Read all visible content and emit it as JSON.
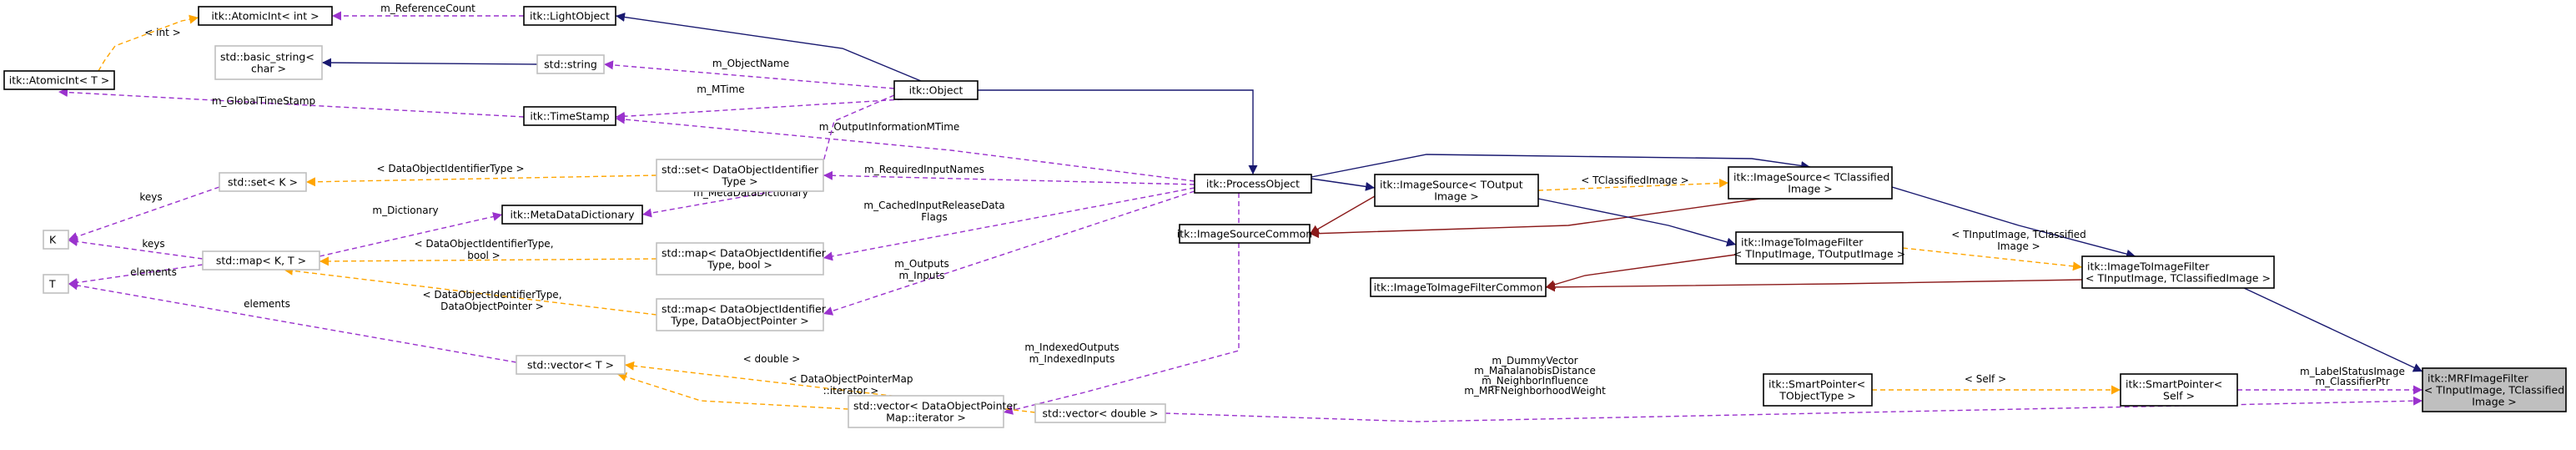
{
  "colors": {
    "inheritance": "#191970",
    "usage": "#9a32cd",
    "template": "#ffa500",
    "protected": "#8b1a1a",
    "node_border_documented": "#000000",
    "node_border_external": "#bfbfbf",
    "highlight_fill": "#bfbfbf"
  },
  "nodes": {
    "atomicint_int": {
      "lines": [
        "itk::AtomicInt< int >"
      ],
      "style": "documented"
    },
    "lightobject": {
      "lines": [
        "itk::LightObject"
      ],
      "style": "documented"
    },
    "basic_string": {
      "lines": [
        "std::basic_string<",
        "char >"
      ],
      "style": "external"
    },
    "std_string": {
      "lines": [
        "std::string"
      ],
      "style": "external"
    },
    "atomicint_t": {
      "lines": [
        "itk::AtomicInt< T >"
      ],
      "style": "documented"
    },
    "timestamp": {
      "lines": [
        "itk::TimeStamp"
      ],
      "style": "documented"
    },
    "object": {
      "lines": [
        "itk::Object"
      ],
      "style": "documented"
    },
    "set_k": {
      "lines": [
        "std::set< K >"
      ],
      "style": "external"
    },
    "set_doi": {
      "lines": [
        "std::set< DataObjectIdentifier",
        "Type >"
      ],
      "style": "external"
    },
    "processobject": {
      "lines": [
        "itk::ProcessObject"
      ],
      "style": "documented"
    },
    "k": {
      "lines": [
        "K"
      ],
      "style": "external"
    },
    "metadatadictionary": {
      "lines": [
        "itk::MetaDataDictionary"
      ],
      "style": "documented"
    },
    "map_kt": {
      "lines": [
        "std::map< K, T >"
      ],
      "style": "external"
    },
    "map_doi_bool": {
      "lines": [
        "std::map< DataObjectIdentifier",
        "Type, bool >"
      ],
      "style": "external"
    },
    "t": {
      "lines": [
        "T"
      ],
      "style": "external"
    },
    "map_doi_ptr": {
      "lines": [
        "std::map< DataObjectIdentifier",
        "Type, DataObjectPointer >"
      ],
      "style": "external"
    },
    "vector_t": {
      "lines": [
        "std::vector< T >"
      ],
      "style": "external"
    },
    "vector_double": {
      "lines": [
        "std::vector< double >"
      ],
      "style": "external"
    },
    "vector_iter": {
      "lines": [
        "std::vector< DataObjectPointer",
        "Map::iterator >"
      ],
      "style": "external"
    },
    "imagesource_tout": {
      "lines": [
        "itk::ImageSource< TOutput",
        "Image >"
      ],
      "style": "documented"
    },
    "imagesourcecommon": {
      "lines": [
        "itk::ImageSourceCommon"
      ],
      "style": "documented"
    },
    "imagesource_tclass": {
      "lines": [
        "itk::ImageSource< TClassified",
        "Image >"
      ],
      "style": "documented"
    },
    "itif_tin_tout": {
      "lines": [
        "itk::ImageToImageFilter",
        "< TInputImage, TOutputImage >"
      ],
      "style": "documented"
    },
    "itifcommon": {
      "lines": [
        "itk::ImageToImageFilterCommon"
      ],
      "style": "documented"
    },
    "itif_tin_tclass": {
      "lines": [
        "itk::ImageToImageFilter",
        "< TInputImage, TClassifiedImage >"
      ],
      "style": "documented"
    },
    "smartptr_tobj": {
      "lines": [
        "itk::SmartPointer<",
        "TObjectType >"
      ],
      "style": "documented"
    },
    "smartptr_self": {
      "lines": [
        "itk::SmartPointer<",
        "Self >"
      ],
      "style": "documented"
    },
    "mrf": {
      "lines": [
        "itk::MRFImageFilter",
        "< TInputImage, TClassified",
        "Image >"
      ],
      "style": "highlight"
    }
  },
  "edges": [
    {
      "from": "atomicint_int",
      "to": "lightobject",
      "kind": "usage",
      "label": [
        "m_ReferenceCount"
      ]
    },
    {
      "from": "atomicint_t",
      "to": "atomicint_int",
      "kind": "template",
      "label": [
        "< int >"
      ]
    },
    {
      "from": "lightobject",
      "to": "object",
      "kind": "inheritance",
      "label": []
    },
    {
      "from": "basic_string",
      "to": "std_string",
      "kind": "inheritance",
      "label": []
    },
    {
      "from": "std_string",
      "to": "object",
      "kind": "usage",
      "label": [
        "m_ObjectName"
      ]
    },
    {
      "from": "atomicint_t",
      "to": "timestamp",
      "kind": "usage",
      "label": [
        "m_GlobalTimeStamp"
      ]
    },
    {
      "from": "timestamp",
      "to": "object",
      "kind": "usage",
      "label": [
        "m_MTime"
      ]
    },
    {
      "from": "object",
      "to": "processobject",
      "kind": "inheritance",
      "label": []
    },
    {
      "from": "timestamp",
      "to": "processobject",
      "kind": "usage",
      "label": [
        "m_OutputInformationMTime"
      ]
    },
    {
      "from": "set_doi",
      "to": "processobject",
      "kind": "usage",
      "label": [
        "m_RequiredInputNames"
      ]
    },
    {
      "from": "metadatadictionary",
      "to": "object",
      "kind": "usage",
      "label": [
        "m_MetaDataDictionary"
      ]
    },
    {
      "from": "map_doi_bool",
      "to": "processobject",
      "kind": "usage",
      "label": [
        "m_CachedInputReleaseData",
        "Flags"
      ]
    },
    {
      "from": "map_doi_ptr",
      "to": "processobject",
      "kind": "usage",
      "label": [
        "m_Outputs",
        "m_Inputs"
      ]
    },
    {
      "from": "vector_iter",
      "to": "processobject",
      "kind": "usage",
      "label": [
        "m_IndexedOutputs",
        "m_IndexedInputs"
      ]
    },
    {
      "from": "set_k",
      "to": "set_doi",
      "kind": "template",
      "label": [
        "< DataObjectIdentifierType >"
      ]
    },
    {
      "from": "k",
      "to": "set_k",
      "kind": "usage",
      "label": [
        "keys"
      ]
    },
    {
      "from": "k",
      "to": "map_kt",
      "kind": "usage",
      "label": [
        "keys"
      ]
    },
    {
      "from": "t",
      "to": "map_kt",
      "kind": "usage",
      "label": [
        "elements"
      ]
    },
    {
      "from": "t",
      "to": "vector_t",
      "kind": "usage",
      "label": [
        "elements"
      ]
    },
    {
      "from": "map_kt",
      "to": "metadatadictionary",
      "kind": "usage",
      "label": [
        "m_Dictionary"
      ]
    },
    {
      "from": "map_kt",
      "to": "map_doi_bool",
      "kind": "template",
      "label": [
        "< DataObjectIdentifierType,",
        "bool >"
      ]
    },
    {
      "from": "map_kt",
      "to": "map_doi_ptr",
      "kind": "template",
      "label": [
        "< DataObjectIdentifierType,",
        "DataObjectPointer >"
      ]
    },
    {
      "from": "vector_t",
      "to": "vector_double",
      "kind": "template",
      "label": [
        "< double >"
      ]
    },
    {
      "from": "vector_t",
      "to": "vector_iter",
      "kind": "template",
      "label": [
        "< DataObjectPointerMap",
        "::iterator >"
      ]
    },
    {
      "from": "processobject",
      "to": "imagesource_tout",
      "kind": "inheritance",
      "label": []
    },
    {
      "from": "processobject",
      "to": "imagesource_tclass",
      "kind": "inheritance",
      "label": []
    },
    {
      "from": "imagesourcecommon",
      "to": "imagesource_tout",
      "kind": "protected",
      "label": []
    },
    {
      "from": "imagesourcecommon",
      "to": "imagesource_tclass",
      "kind": "protected",
      "label": []
    },
    {
      "from": "imagesource_tout",
      "to": "imagesource_tclass",
      "kind": "template",
      "label": [
        "< TClassifiedImage >"
      ]
    },
    {
      "from": "imagesource_tout",
      "to": "itif_tin_tout",
      "kind": "inheritance",
      "label": []
    },
    {
      "from": "itifcommon",
      "to": "itif_tin_tout",
      "kind": "protected",
      "label": []
    },
    {
      "from": "itifcommon",
      "to": "itif_tin_tclass",
      "kind": "protected",
      "label": []
    },
    {
      "from": "imagesource_tclass",
      "to": "itif_tin_tclass",
      "kind": "inheritance",
      "label": []
    },
    {
      "from": "itif_tin_tout",
      "to": "itif_tin_tclass",
      "kind": "template",
      "label": [
        "< TInputImage, TClassified",
        "Image >"
      ]
    },
    {
      "from": "smartptr_tobj",
      "to": "smartptr_self",
      "kind": "template",
      "label": [
        "< Self >"
      ]
    },
    {
      "from": "smartptr_self",
      "to": "mrf",
      "kind": "usage",
      "label": [
        "m_LabelStatusImage",
        "m_ClassifierPtr"
      ]
    },
    {
      "from": "itif_tin_tclass",
      "to": "mrf",
      "kind": "inheritance",
      "label": []
    },
    {
      "from": "vector_double",
      "to": "mrf",
      "kind": "usage",
      "label": [
        "m_DummyVector",
        "m_MahalanobisDistance",
        "m_NeighborInfluence",
        "m_MRFNeighborhoodWeight"
      ]
    }
  ]
}
